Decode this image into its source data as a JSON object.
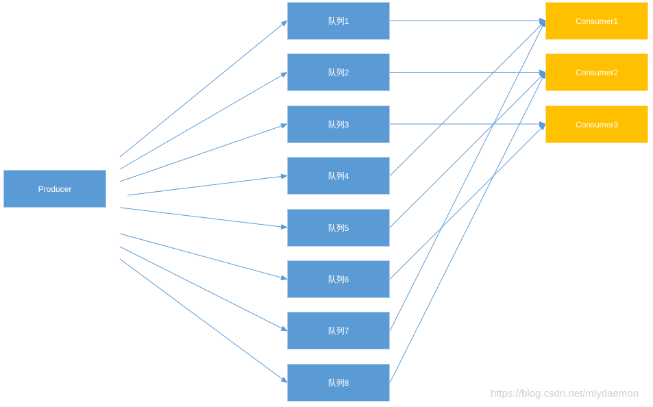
{
  "producer": {
    "label": "Producer"
  },
  "queues": [
    {
      "label": "队列1"
    },
    {
      "label": "队列2"
    },
    {
      "label": "队列3"
    },
    {
      "label": "队列4"
    },
    {
      "label": "队列5"
    },
    {
      "label": "队列6"
    },
    {
      "label": "队列7"
    },
    {
      "label": "队列8"
    }
  ],
  "consumers": [
    {
      "label": "Consumer1"
    },
    {
      "label": "Consumer2"
    },
    {
      "label": "Consumer3"
    }
  ],
  "connections": {
    "producer_to_queues": [
      1,
      2,
      3,
      4,
      5,
      6,
      7,
      8
    ],
    "queue_to_consumer": [
      {
        "queue": 1,
        "consumer": 1
      },
      {
        "queue": 2,
        "consumer": 2
      },
      {
        "queue": 3,
        "consumer": 3
      },
      {
        "queue": 4,
        "consumer": 1
      },
      {
        "queue": 5,
        "consumer": 2
      },
      {
        "queue": 6,
        "consumer": 3
      },
      {
        "queue": 7,
        "consumer": 1
      },
      {
        "queue": 8,
        "consumer": 2
      }
    ]
  },
  "colors": {
    "queue_fill": "#5b9bd5",
    "producer_fill": "#5b9bd5",
    "consumer_fill": "#ffc000",
    "connector": "#5b9bd5"
  },
  "watermark": "https://blog.csdn.net/mlydaemon"
}
